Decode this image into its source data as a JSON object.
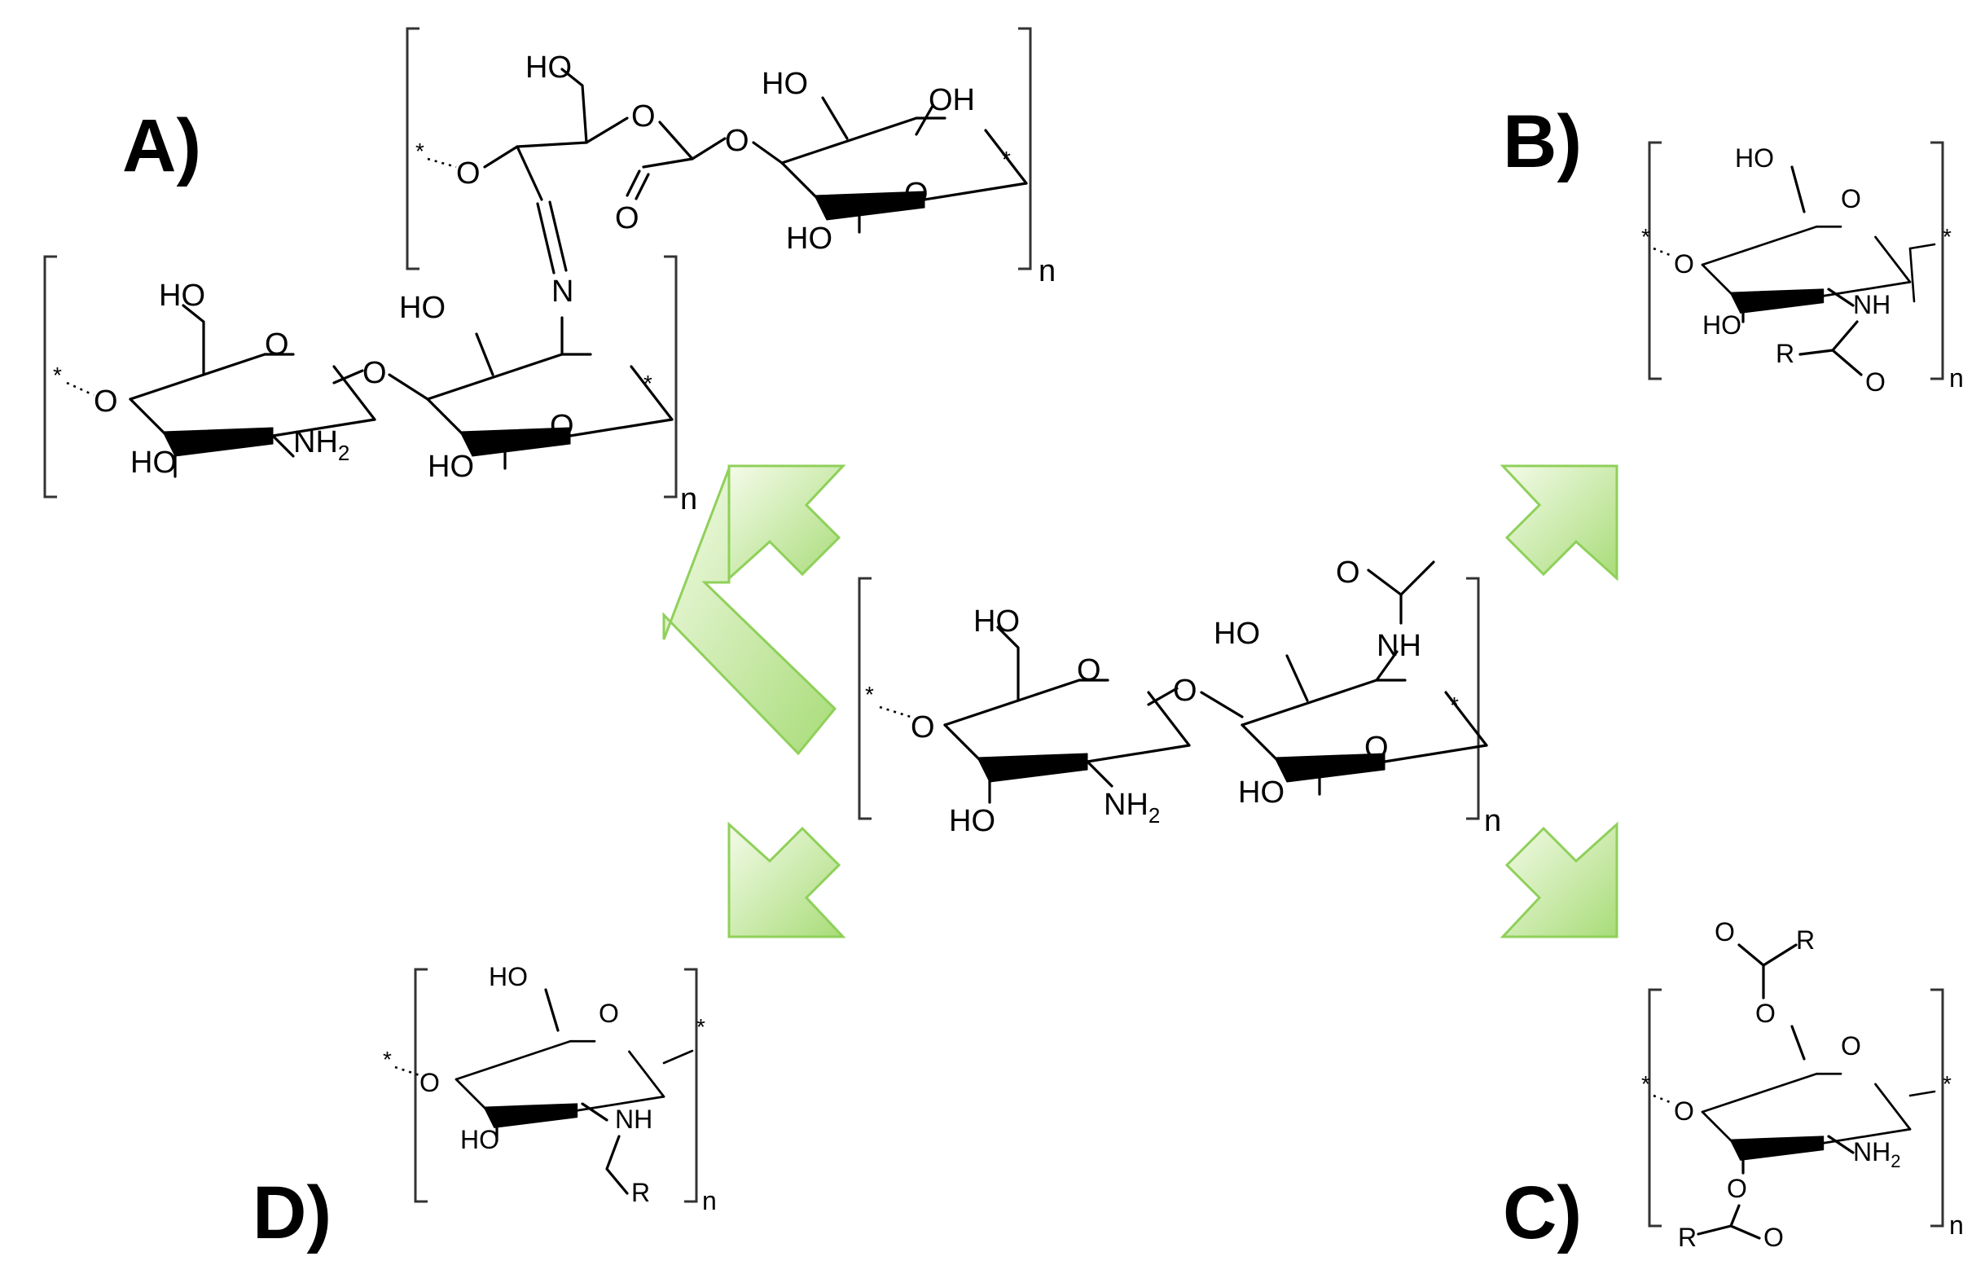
{
  "panels": {
    "a_label": "A)",
    "b_label": "B)",
    "c_label": "C)",
    "d_label": "D)"
  },
  "atoms": {
    "ho": "HO",
    "oh": "OH",
    "o": "O",
    "n": "N",
    "nh": "NH",
    "nh2_base": "NH",
    "nh2_sub": "2",
    "r": "R",
    "n_repeat": "n",
    "star": "*"
  },
  "colors": {
    "arrow_fill_light": "#f4fbe9",
    "arrow_fill_dark": "#a8dc78",
    "arrow_stroke": "#8fd05a"
  },
  "icons": {
    "arrow_up_left": "arrow-up-left-icon",
    "arrow_up_right": "arrow-up-right-icon",
    "arrow_down_left": "arrow-down-left-icon",
    "arrow_down_right": "arrow-down-right-icon"
  }
}
